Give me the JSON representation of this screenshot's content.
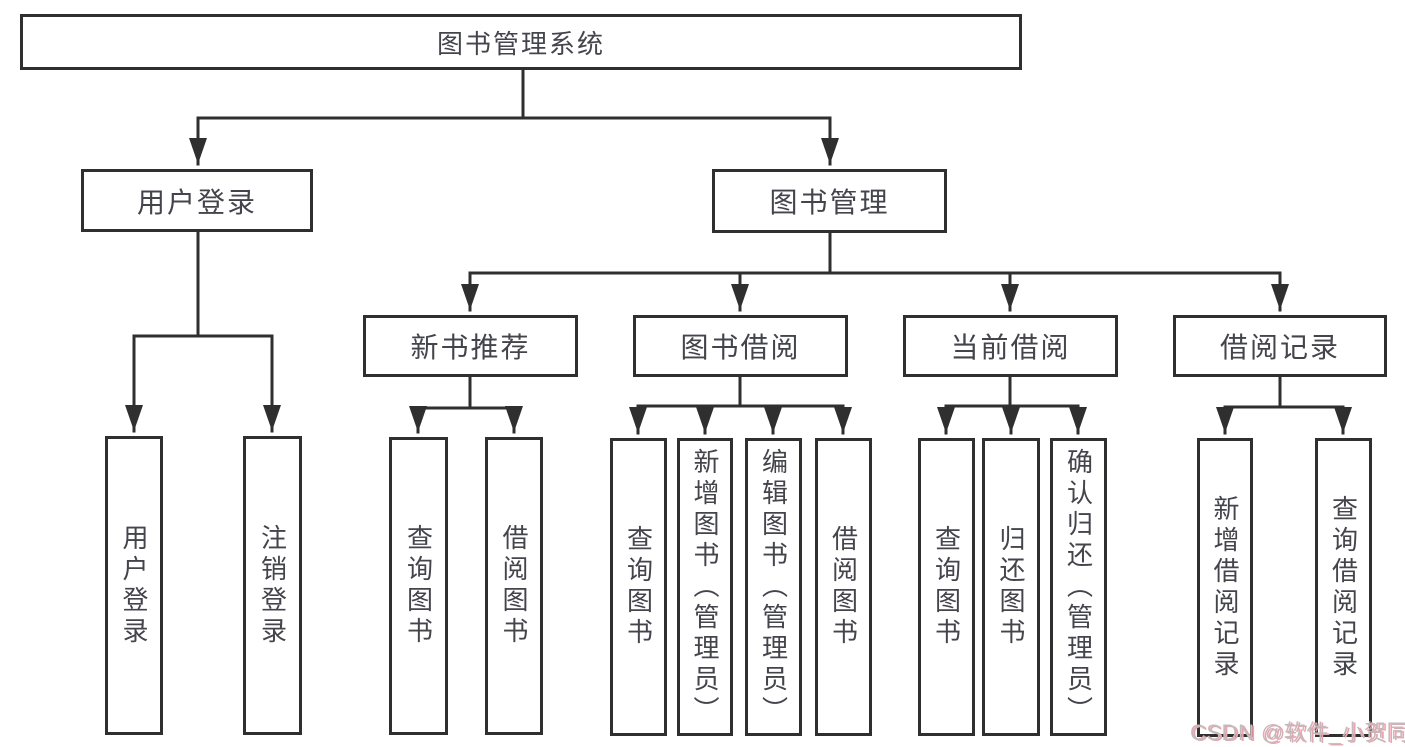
{
  "theme": {
    "line_color": "#2f2f2f",
    "text_color": "#44444c",
    "box_bg": "#ffffff",
    "canvas_bg": "#ffffff",
    "watermark_color": "#bdbdbd",
    "watermark_shadow": "#f2a0ad"
  },
  "tree": {
    "label": "图书管理系统",
    "children": [
      {
        "label": "用户登录",
        "children": [
          {
            "label": "用户登录"
          },
          {
            "label": "注销登录"
          }
        ]
      },
      {
        "label": "图书管理",
        "children": [
          {
            "label": "新书推荐",
            "children": [
              {
                "label": "查询图书"
              },
              {
                "label": "借阅图书"
              }
            ]
          },
          {
            "label": "图书借阅",
            "children": [
              {
                "label": "查询图书"
              },
              {
                "label": "新增图书（管理员）"
              },
              {
                "label": "编辑图书（管理员）"
              },
              {
                "label": "借阅图书"
              }
            ]
          },
          {
            "label": "当前借阅",
            "children": [
              {
                "label": "查询图书"
              },
              {
                "label": "归还图书"
              },
              {
                "label": "确认归还（管理员）"
              }
            ]
          },
          {
            "label": "借阅记录",
            "children": [
              {
                "label": "新增借阅记录"
              },
              {
                "label": "查询借阅记录"
              }
            ]
          }
        ]
      }
    ]
  },
  "watermark": {
    "text": "CSDN @软件_小贺同学"
  }
}
